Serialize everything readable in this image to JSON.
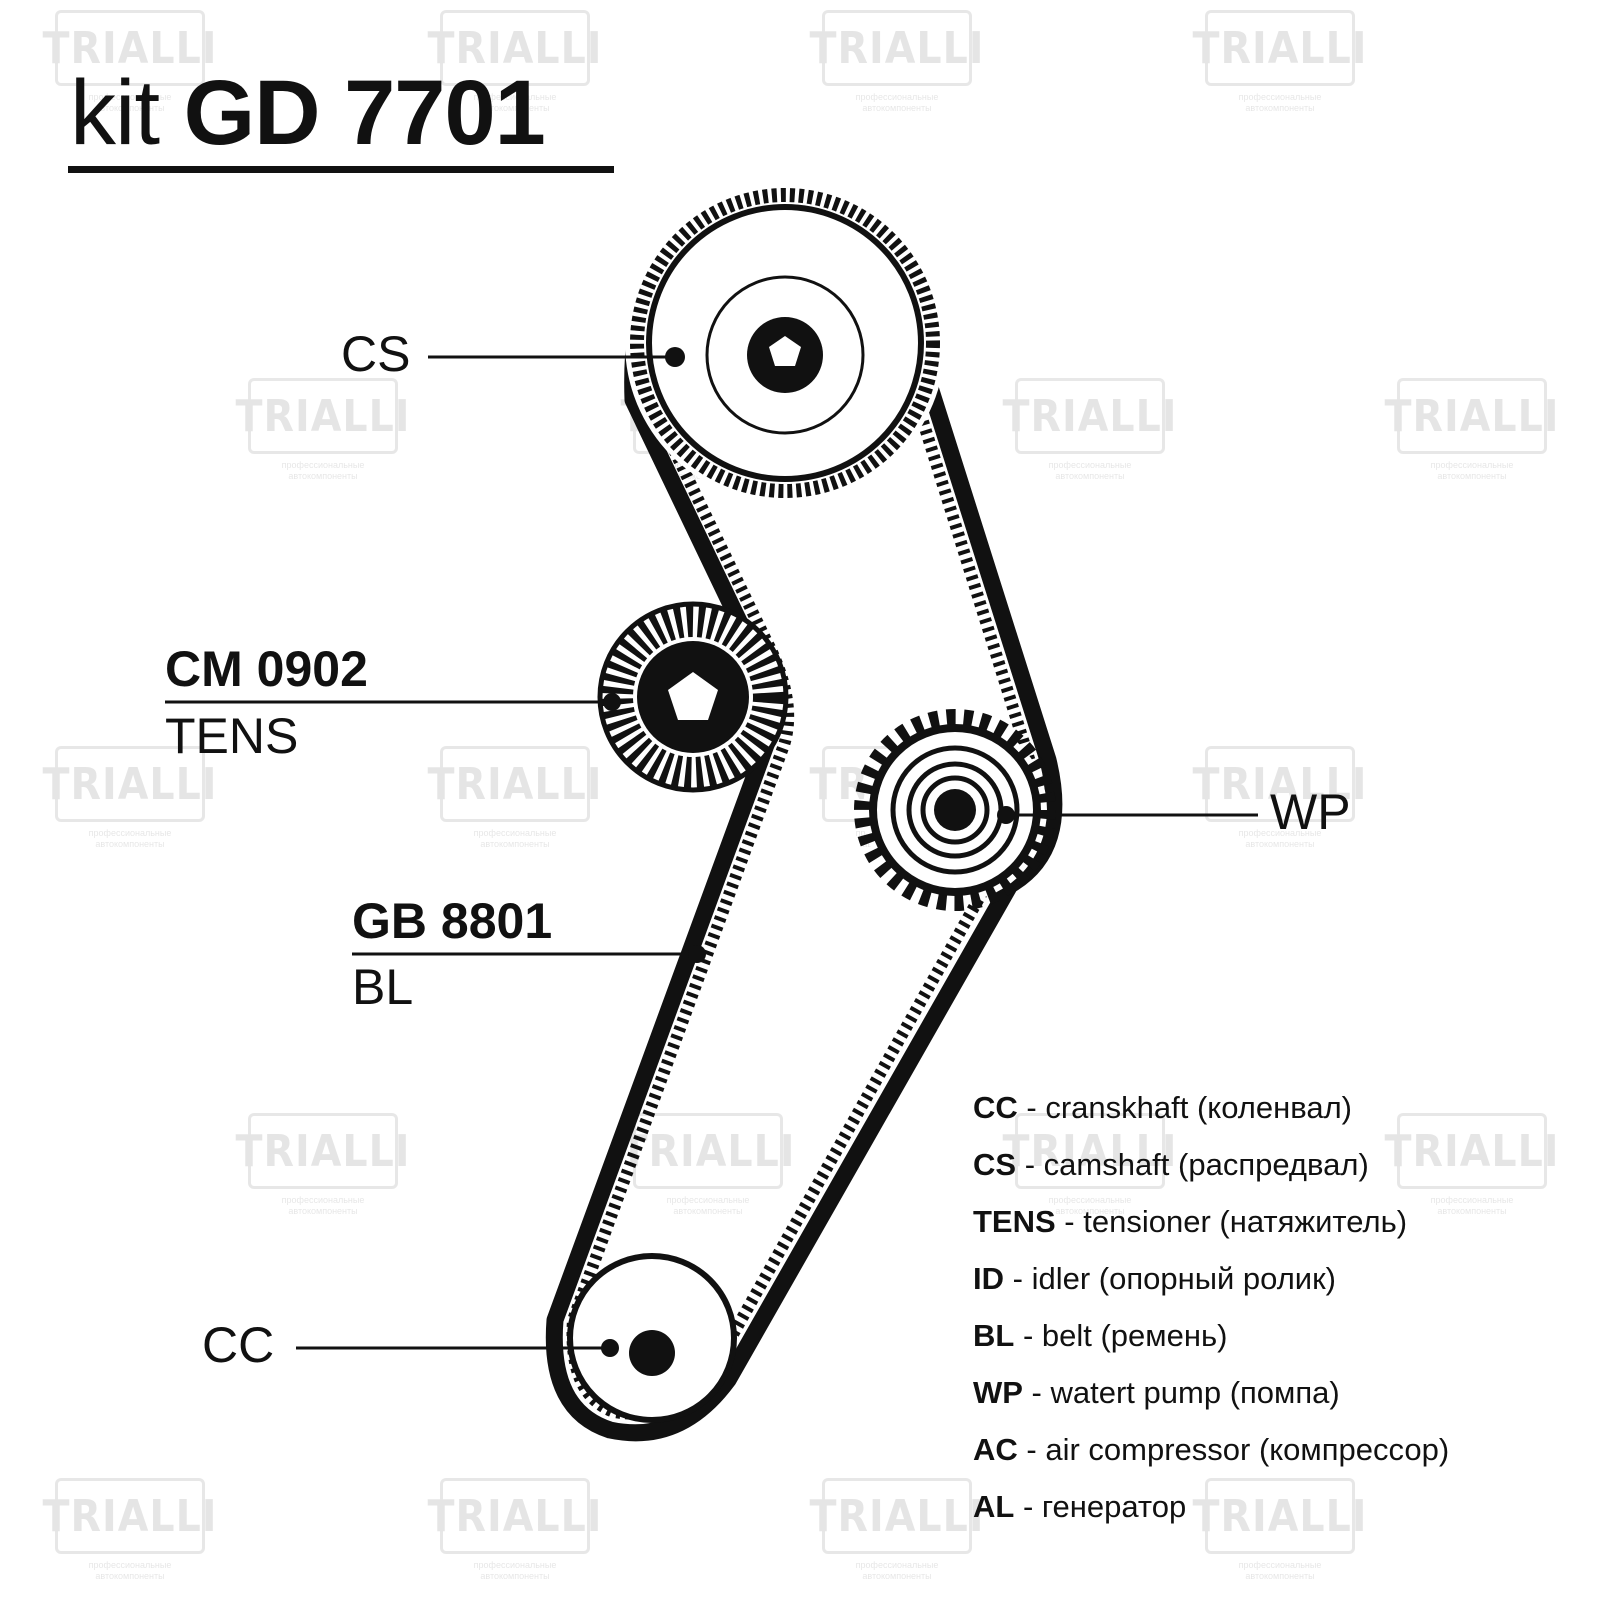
{
  "title": {
    "prefix": "kit",
    "code": "GD 7701"
  },
  "watermark": {
    "brand": "TRIALLI",
    "tagline": "профессиональные автокомпоненты"
  },
  "labels": {
    "cs": "CS",
    "tens_part": "CM 0902",
    "tens": "TENS",
    "wp": "WP",
    "belt_part": "GB 8801",
    "bl": "BL",
    "cc": "CC"
  },
  "legend": [
    {
      "code": "CC",
      "desc": "cranskhaft (коленвал)"
    },
    {
      "code": "CS",
      "desc": "camshaft (распредвал)"
    },
    {
      "code": "TENS",
      "desc": "tensioner (натяжитель)"
    },
    {
      "code": "ID",
      "desc": "idler (опорный ролик)"
    },
    {
      "code": "BL",
      "desc": "belt (ремень)"
    },
    {
      "code": "WP",
      "desc": "watert pump (помпа)"
    },
    {
      "code": "AC",
      "desc": "air compressor (компрессор)"
    },
    {
      "code": "AL",
      "desc": "генератор"
    }
  ],
  "colors": {
    "ink": "#111111",
    "background": "#ffffff"
  }
}
